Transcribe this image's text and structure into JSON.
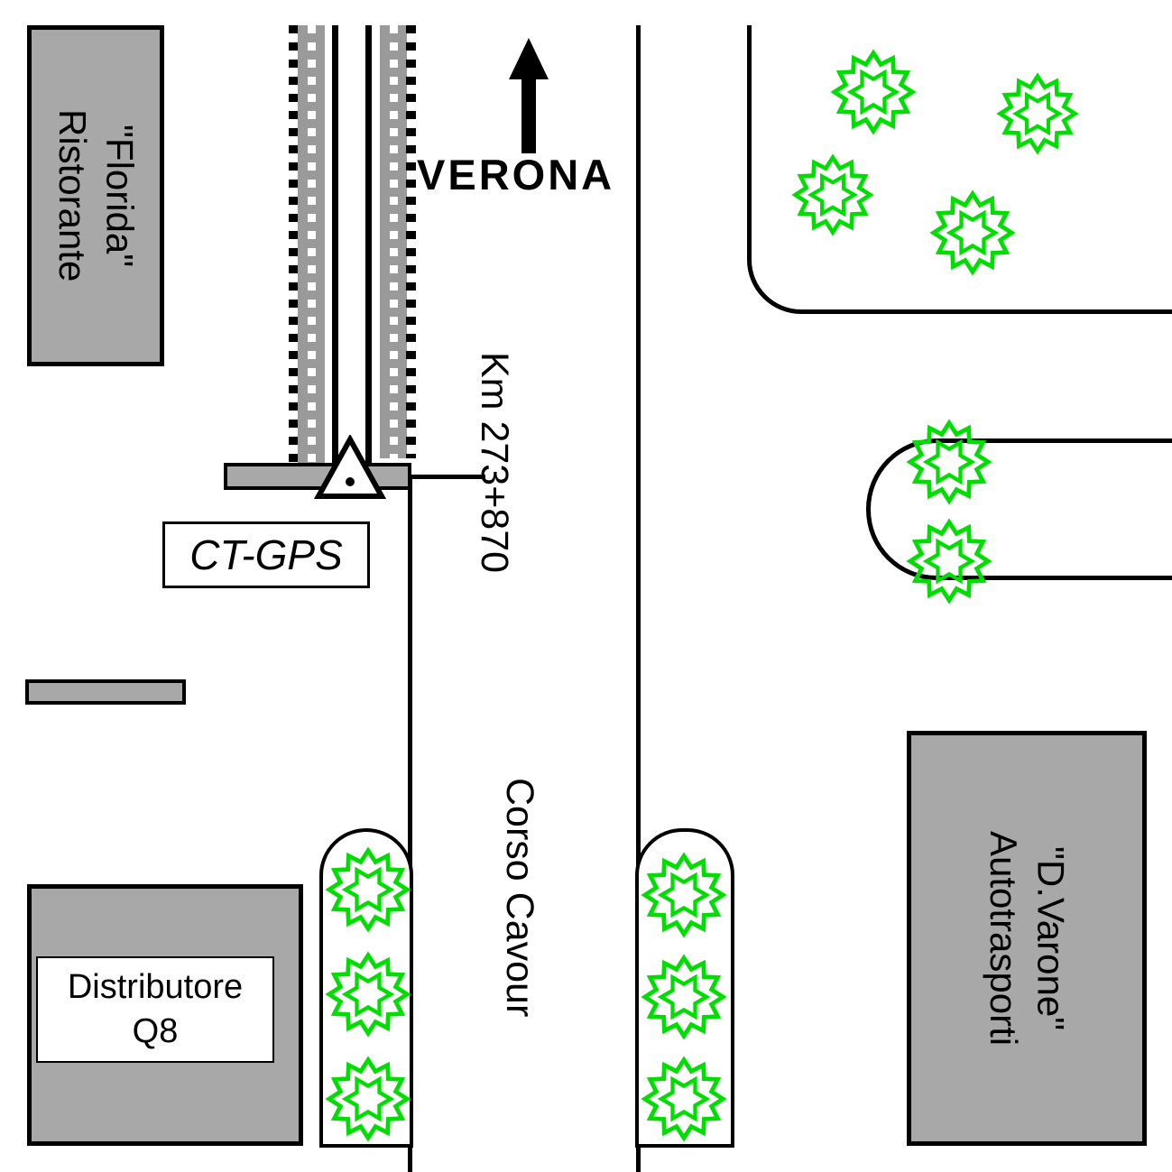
{
  "map": {
    "direction_label": "VERONA",
    "km_marker": "Km 273+870",
    "street_name": "Corso Cavour",
    "station": {
      "label": "CT-GPS"
    },
    "buildings": {
      "ristorante": {
        "line1": "Ristorante",
        "line2": "\"Florida\""
      },
      "distributore": {
        "line1": "Distributore",
        "line2": "Q8"
      },
      "autotrasporti": {
        "line1": "Autotrasporti",
        "line2": "\"D.Varone\""
      }
    },
    "icons": {
      "direction_arrow": "north-arrow",
      "tree": "tree-symbol",
      "gps_marker": "triangle-benchmark"
    },
    "colors": {
      "building_fill": "#a8a8a8",
      "tree_green": "#00dd00",
      "line": "#000000",
      "background": "#ffffff"
    }
  }
}
